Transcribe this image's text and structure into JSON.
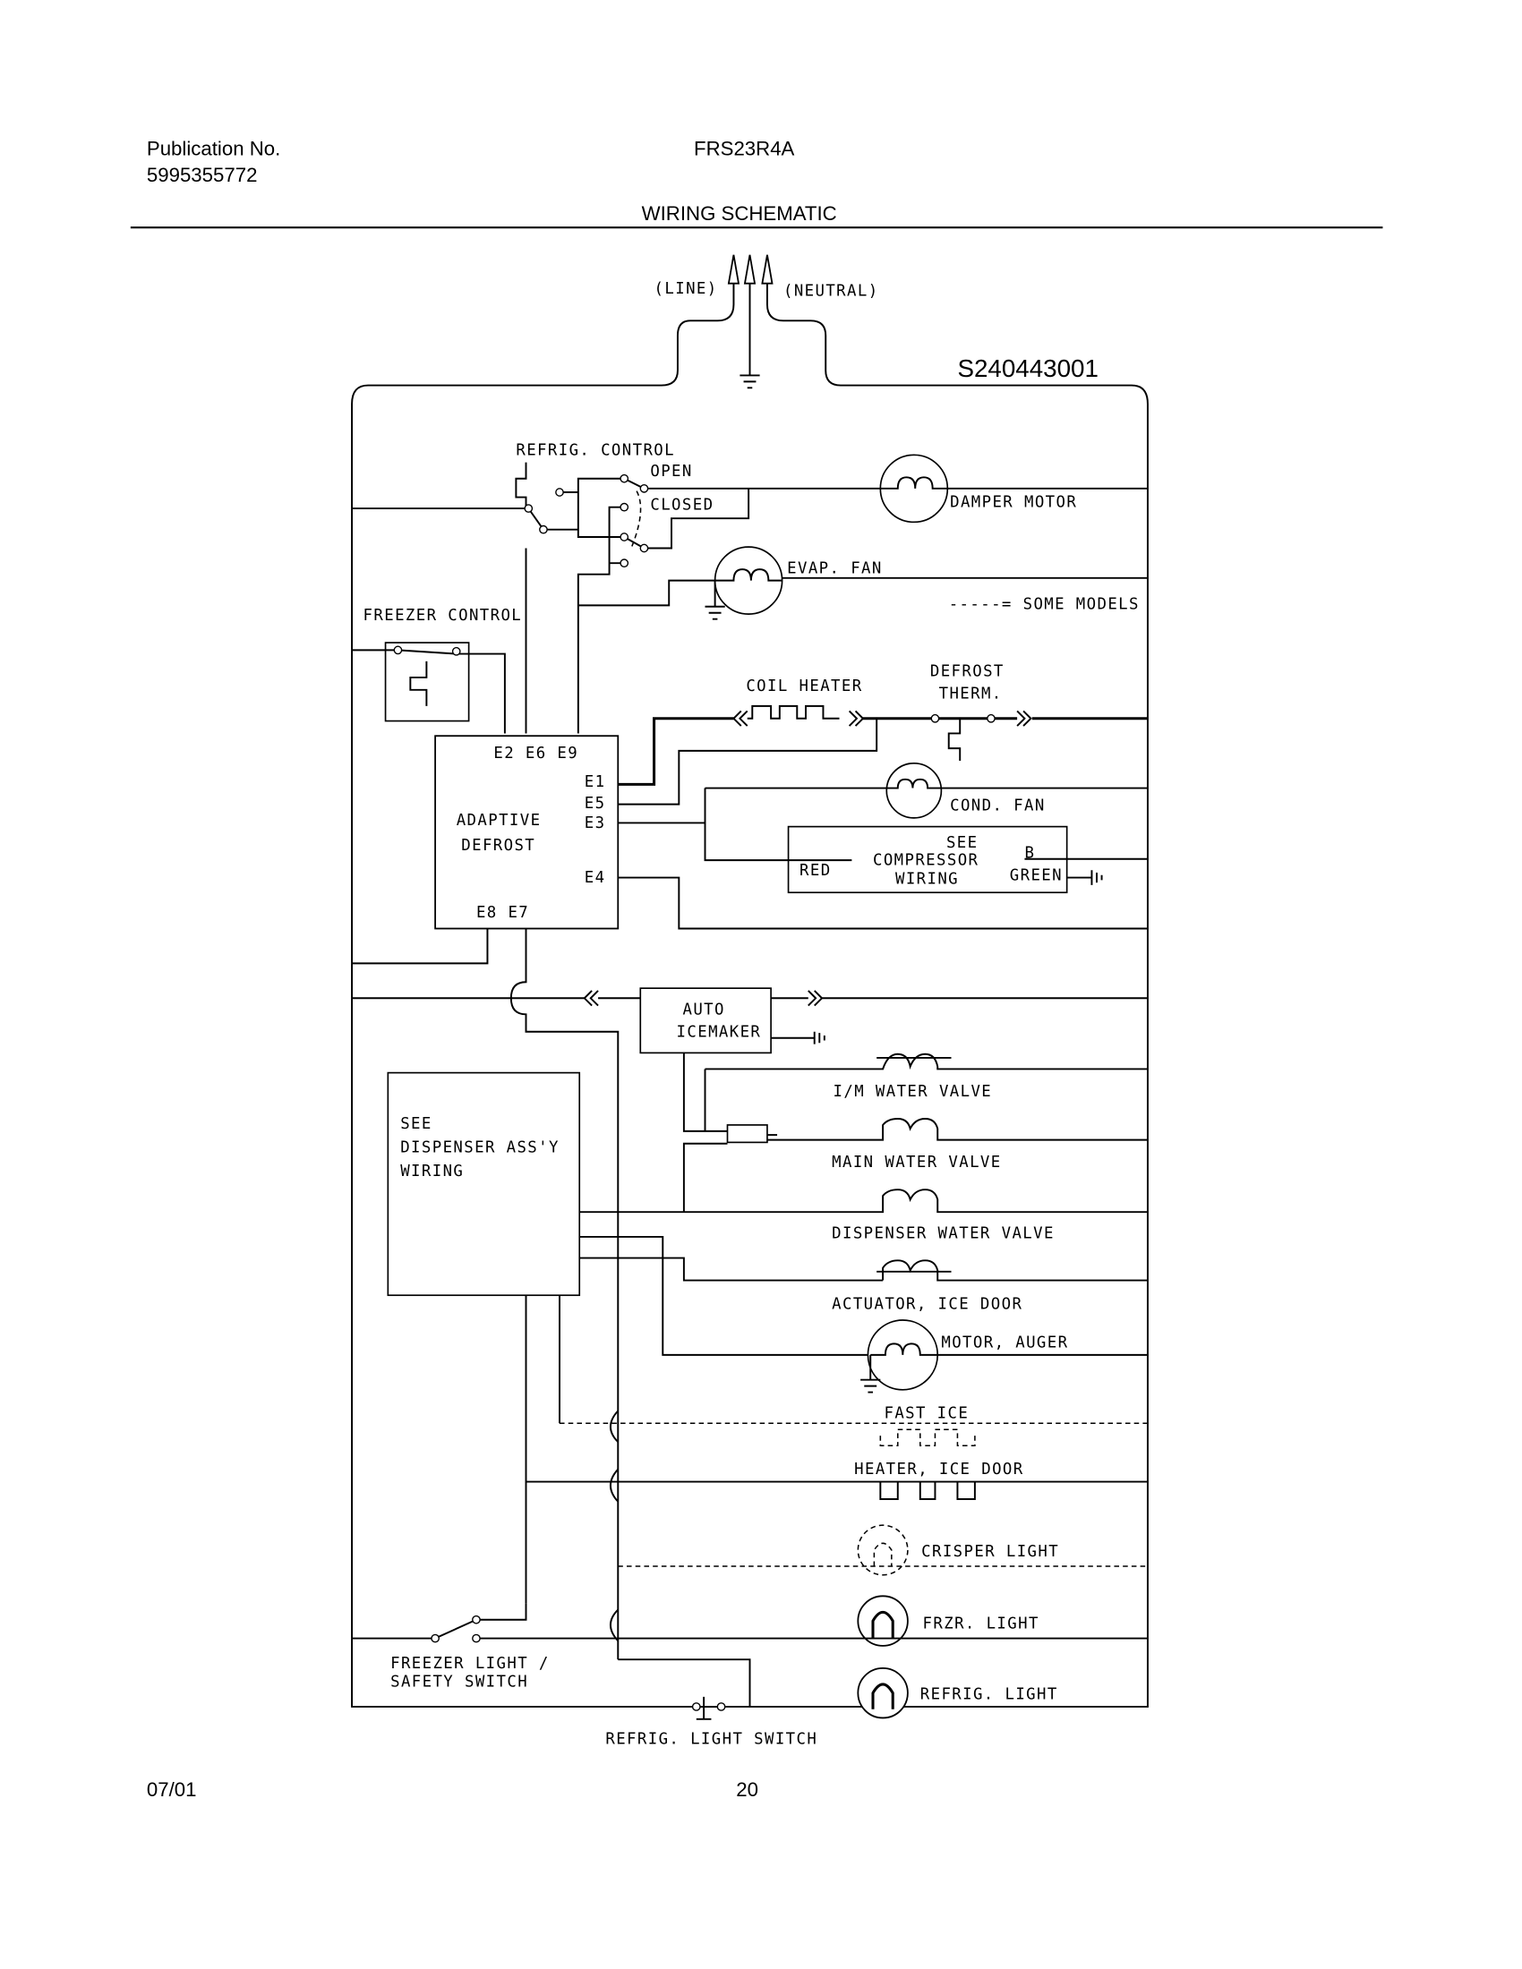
{
  "header": {
    "publication_label": "Publication No.",
    "publication_number": "5995355772",
    "model": "FRS23R4A",
    "title": "WIRING SCHEMATIC"
  },
  "footer": {
    "date": "07/01",
    "page": "20"
  },
  "schematic": {
    "drawing_number": "S240443001",
    "line_label": "(LINE)",
    "neutral_label": "(NEUTRAL)",
    "legend": "-----= SOME MODELS",
    "refrig_control": {
      "label": "REFRIG. CONTROL",
      "open": "OPEN",
      "closed": "CLOSED"
    },
    "damper_motor": "DAMPER MOTOR",
    "evap_fan": "EVAP. FAN",
    "freezer_control": "FREEZER CONTROL",
    "coil_heater": "COIL HEATER",
    "defrost_therm": [
      "DEFROST",
      "THERM."
    ],
    "adaptive_defrost": {
      "name": [
        "ADAPTIVE",
        "DEFROST"
      ],
      "top_terminals": "E2  E6  E9",
      "right_terminals": [
        "E1",
        "E5",
        "E3",
        "E4"
      ],
      "bottom_terminals": "E8  E7"
    },
    "cond_fan": "COND. FAN",
    "compressor": {
      "lines": [
        "SEE",
        "COMPRESSOR",
        "WIRING"
      ],
      "red": "RED",
      "b": "B",
      "green": "GREEN"
    },
    "auto_icemaker": [
      "AUTO",
      "ICEMAKER"
    ],
    "dispenser": [
      "SEE",
      "DISPENSER ASS'Y",
      "WIRING"
    ],
    "im_water_valve": "I/M WATER VALVE",
    "main_water_valve": "MAIN WATER VALVE",
    "dispenser_water_valve": "DISPENSER WATER VALVE",
    "actuator_ice_door": "ACTUATOR, ICE DOOR",
    "motor_auger": "MOTOR, AUGER",
    "fast_ice": "FAST ICE",
    "heater_ice_door": "HEATER, ICE DOOR",
    "crisper_light": "CRISPER LIGHT",
    "frzr_light": "FRZR. LIGHT",
    "refrig_light": "REFRIG. LIGHT",
    "freezer_light_switch": [
      "FREEZER LIGHT /",
      "SAFETY SWITCH"
    ],
    "refrig_light_switch": "REFRIG. LIGHT SWITCH"
  }
}
